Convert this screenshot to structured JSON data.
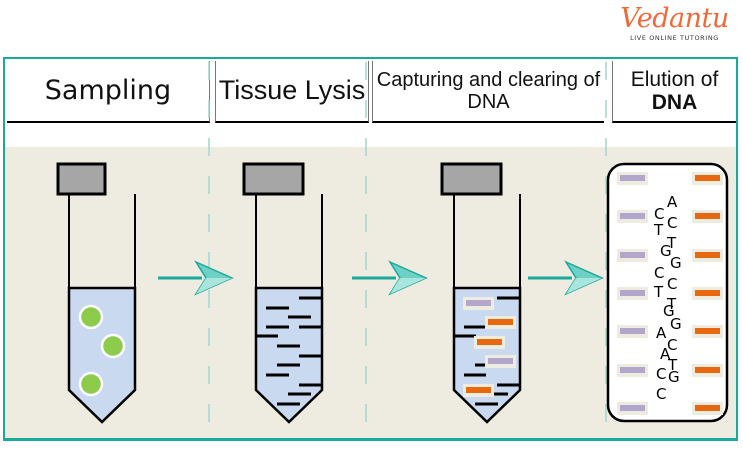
{
  "logo": {
    "word": "Vedantu",
    "tagline": "LIVE ONLINE TUTORING",
    "color": "#ef6a3b"
  },
  "colors": {
    "frame": "#1aaa9b",
    "band": "#eeebe1",
    "liquid": "#c8d9f0",
    "cap": "#a6a6a6",
    "cell": "#8ccc4a",
    "bead_purple": "#b3a6cc",
    "bead_orange": "#e8680f",
    "arrow": "#1aaa9b"
  },
  "steps": [
    {
      "title": "Sampling",
      "tube": "cells"
    },
    {
      "title": "Tissue Lysis",
      "tube": "lysate"
    },
    {
      "title_line1": "Capturing and clearing of",
      "title_line2": "DNA",
      "tube": "capture"
    },
    {
      "title_line1": "Elution of",
      "title_line2": "DNA",
      "panel": "eluted-dna"
    }
  ],
  "dna_sequence": {
    "left_strand": [
      "C",
      "T",
      "G",
      "C",
      "T",
      "G",
      "A",
      "A",
      "C",
      "C"
    ],
    "right_strand": [
      "A",
      "C",
      "T",
      "G",
      "C",
      "T",
      "G",
      "C",
      "T",
      "G"
    ]
  }
}
